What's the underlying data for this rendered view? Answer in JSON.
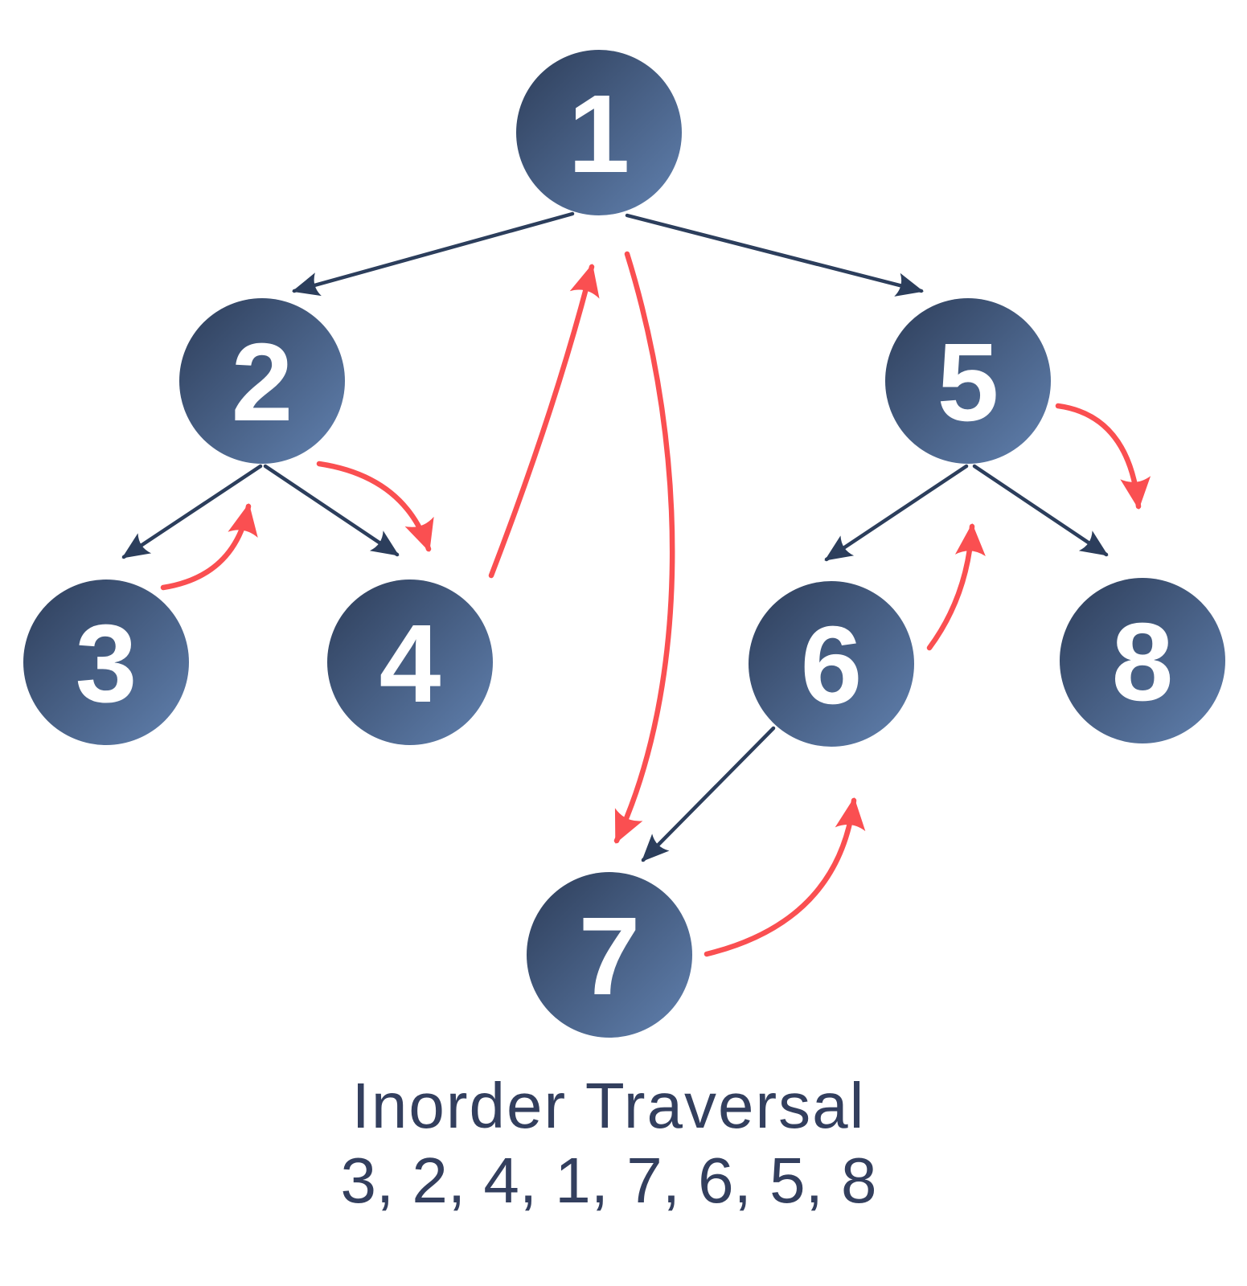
{
  "diagram": {
    "type": "binary-tree-inorder-traversal",
    "caption": {
      "title": "Inorder Traversal",
      "sequence": "3, 2, 4, 1, 7, 6, 5, 8"
    },
    "nodes": [
      {
        "label": "1",
        "role": "root"
      },
      {
        "label": "2",
        "role": "left-child-of-1"
      },
      {
        "label": "5",
        "role": "right-child-of-1"
      },
      {
        "label": "3",
        "role": "left-child-of-2"
      },
      {
        "label": "4",
        "role": "right-child-of-2"
      },
      {
        "label": "6",
        "role": "left-child-of-5"
      },
      {
        "label": "8",
        "role": "right-child-of-5"
      },
      {
        "label": "7",
        "role": "left-child-of-6"
      }
    ],
    "tree_edges": [
      {
        "from": "1",
        "to": "2"
      },
      {
        "from": "1",
        "to": "5"
      },
      {
        "from": "2",
        "to": "3"
      },
      {
        "from": "2",
        "to": "4"
      },
      {
        "from": "5",
        "to": "6"
      },
      {
        "from": "5",
        "to": "8"
      },
      {
        "from": "6",
        "to": "7"
      }
    ],
    "traversal_steps": [
      {
        "from": "3",
        "to": "2"
      },
      {
        "from": "2",
        "to": "4"
      },
      {
        "from": "4",
        "to": "1"
      },
      {
        "from": "1",
        "to": "7"
      },
      {
        "from": "7",
        "to": "6"
      },
      {
        "from": "6",
        "to": "5"
      },
      {
        "from": "5",
        "to": "8"
      }
    ],
    "traversal_order": [
      "3",
      "2",
      "4",
      "1",
      "7",
      "6",
      "5",
      "8"
    ],
    "colors": {
      "node_gradient_top_left": "#2d3d59",
      "node_gradient_bottom_right": "#6181af",
      "tree_edge": "#2c3e5c",
      "traversal_arrow": "#fa4f51",
      "caption_text": "#333f5e",
      "node_label": "#ffffff",
      "background": "#ffffff"
    }
  }
}
